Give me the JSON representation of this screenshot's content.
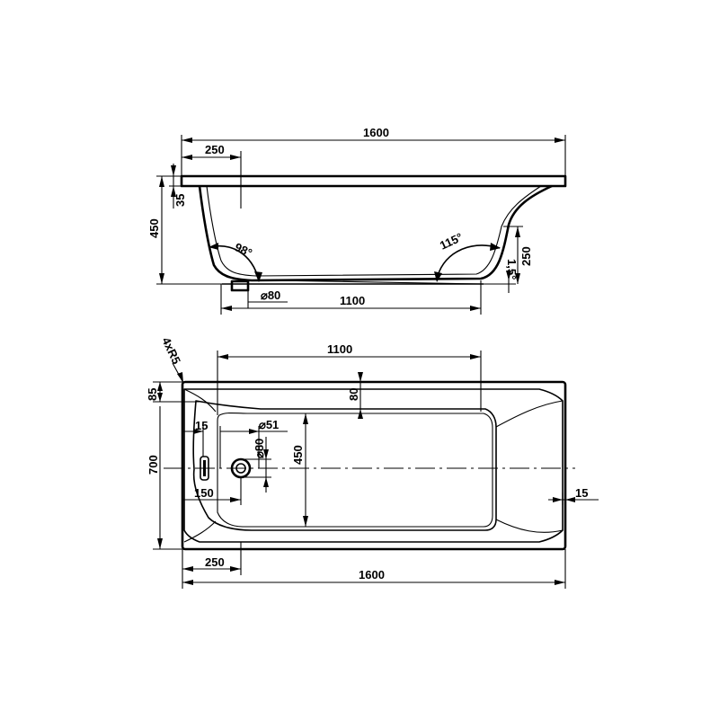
{
  "side_view": {
    "length": "1600",
    "rim_offset": "250",
    "height": "450",
    "rim_thickness": "35",
    "left_angle": "98°",
    "right_angle": "115°",
    "right_height": "250",
    "slope": "1,5°",
    "drain_diameter": "⌀80",
    "bottom_length": "1100"
  },
  "top_view": {
    "corner_radius": "4xR5",
    "inner_length": "1100",
    "rim_top": "80",
    "rim_left": "85",
    "offset_15_left": "15",
    "overflow_diameter": "⌀51",
    "drain_diameter": "⌀80",
    "inner_width": "450",
    "width": "700",
    "drain_offset": "150",
    "offset_15_right": "15",
    "rim_offset": "250",
    "length": "1600"
  }
}
